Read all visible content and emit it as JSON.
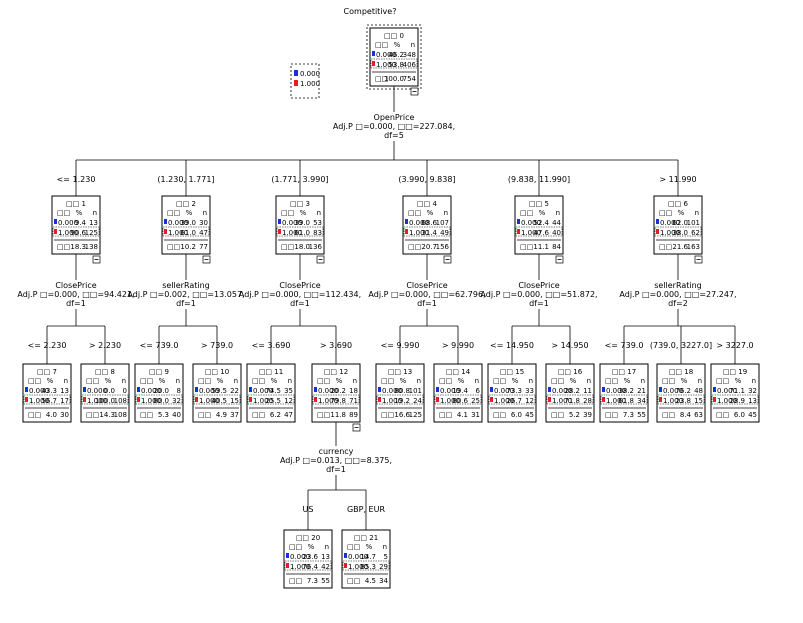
{
  "tree": {
    "target": "Competitive?",
    "legend": [
      "0.000",
      "1.000"
    ],
    "header_id": "□□",
    "header_pct": "%",
    "header_n": "n",
    "total_label": "□□",
    "colors": {
      "class0": "#1a2fd6",
      "class1": "#e02020",
      "line": "#000000"
    },
    "splits": [
      {
        "parent": "0",
        "var": "OpenPrice",
        "stat": "Adj.P □=0.000, □□=227.084,",
        "df": "df=5"
      },
      {
        "parent": "1",
        "var": "ClosePrice",
        "stat": "Adj.P □=0.000, □□=94.421,",
        "df": "df=1"
      },
      {
        "parent": "2",
        "var": "sellerRating",
        "stat": "Adj.P □=0.002, □□=13.057,",
        "df": "df=1"
      },
      {
        "parent": "3",
        "var": "ClosePrice",
        "stat": "Adj.P □=0.000, □□=112.434,",
        "df": "df=1"
      },
      {
        "parent": "4",
        "var": "ClosePrice",
        "stat": "Adj.P □=0.000, □□=62.796,",
        "df": "df=1"
      },
      {
        "parent": "5",
        "var": "ClosePrice",
        "stat": "Adj.P □=0.000, □□=51.872,",
        "df": "df=1"
      },
      {
        "parent": "6",
        "var": "sellerRating",
        "stat": "Adj.P □=0.000, □□=27.247,",
        "df": "df=2"
      },
      {
        "parent": "12",
        "var": "currency",
        "stat": "Adj.P □=0.013, □□=8.375,",
        "df": "df=1"
      }
    ],
    "edges": [
      {
        "to": "1",
        "label": "<= 1.230"
      },
      {
        "to": "2",
        "label": "(1.230, 1.771]"
      },
      {
        "to": "3",
        "label": "(1.771, 3.990]"
      },
      {
        "to": "4",
        "label": "(3.990, 9.838]"
      },
      {
        "to": "5",
        "label": "(9.838, 11.990]"
      },
      {
        "to": "6",
        "label": "> 11.990"
      },
      {
        "to": "7",
        "label": "<= 2.230"
      },
      {
        "to": "8",
        "label": "> 2.230"
      },
      {
        "to": "9",
        "label": "<= 739.0"
      },
      {
        "to": "10",
        "label": "> 739.0"
      },
      {
        "to": "11",
        "label": "<= 3.690"
      },
      {
        "to": "12",
        "label": "> 3.690"
      },
      {
        "to": "13",
        "label": "<= 9.990"
      },
      {
        "to": "14",
        "label": "> 9.990"
      },
      {
        "to": "15",
        "label": "<= 14.950"
      },
      {
        "to": "16",
        "label": "> 14.950"
      },
      {
        "to": "17",
        "label": "<= 739.0"
      },
      {
        "to": "18",
        "label": "(739.0, 3227.0]"
      },
      {
        "to": "19",
        "label": "> 3227.0"
      },
      {
        "to": "20",
        "label": "US"
      },
      {
        "to": "21",
        "label": "GBP, EUR"
      }
    ],
    "nodes": [
      {
        "id": "0",
        "title": "□□ 0",
        "p0": "46.2",
        "n0": "348",
        "p1": "53.8",
        "n1": "406",
        "tp": "100.0",
        "tn": "754"
      },
      {
        "id": "1",
        "title": "□□ 1",
        "p0": "9.4",
        "n0": "13",
        "p1": "90.6",
        "n1": "125",
        "tp": "18.3",
        "tn": "138"
      },
      {
        "id": "2",
        "title": "□□ 2",
        "p0": "39.0",
        "n0": "30",
        "p1": "61.0",
        "n1": "47",
        "tp": "10.2",
        "tn": "77"
      },
      {
        "id": "3",
        "title": "□□ 3",
        "p0": "39.0",
        "n0": "53",
        "p1": "61.0",
        "n1": "83",
        "tp": "18.0",
        "tn": "136"
      },
      {
        "id": "4",
        "title": "□□ 4",
        "p0": "68.6",
        "n0": "107",
        "p1": "31.4",
        "n1": "49",
        "tp": "20.7",
        "tn": "156"
      },
      {
        "id": "5",
        "title": "□□ 5",
        "p0": "52.4",
        "n0": "44",
        "p1": "47.6",
        "n1": "40",
        "tp": "11.1",
        "tn": "84"
      },
      {
        "id": "6",
        "title": "□□ 6",
        "p0": "62.0",
        "n0": "101",
        "p1": "38.0",
        "n1": "62",
        "tp": "21.6",
        "tn": "163"
      },
      {
        "id": "7",
        "title": "□□ 7",
        "p0": "43.3",
        "n0": "13",
        "p1": "56.7",
        "n1": "17",
        "tp": "4.0",
        "tn": "30"
      },
      {
        "id": "8",
        "title": "□□ 8",
        "p0": "0.0",
        "n0": "0",
        "p1": "100.0",
        "n1": "108",
        "tp": "14.3",
        "tn": "108"
      },
      {
        "id": "9",
        "title": "□□ 9",
        "p0": "20.0",
        "n0": "8",
        "p1": "80.0",
        "n1": "32",
        "tp": "5.3",
        "tn": "40"
      },
      {
        "id": "10",
        "title": "□□ 10",
        "p0": "59.5",
        "n0": "22",
        "p1": "40.5",
        "n1": "15",
        "tp": "4.9",
        "tn": "37"
      },
      {
        "id": "11",
        "title": "□□ 11",
        "p0": "74.5",
        "n0": "35",
        "p1": "25.5",
        "n1": "12",
        "tp": "6.2",
        "tn": "47"
      },
      {
        "id": "12",
        "title": "□□ 12",
        "p0": "20.2",
        "n0": "18",
        "p1": "79.8",
        "n1": "71",
        "tp": "11.8",
        "tn": "89"
      },
      {
        "id": "13",
        "title": "□□ 13",
        "p0": "80.8",
        "n0": "101",
        "p1": "19.2",
        "n1": "24",
        "tp": "16.6",
        "tn": "125"
      },
      {
        "id": "14",
        "title": "□□ 14",
        "p0": "19.4",
        "n0": "6",
        "p1": "80.6",
        "n1": "25",
        "tp": "4.1",
        "tn": "31"
      },
      {
        "id": "15",
        "title": "□□ 15",
        "p0": "73.3",
        "n0": "33",
        "p1": "26.7",
        "n1": "12",
        "tp": "6.0",
        "tn": "45"
      },
      {
        "id": "16",
        "title": "□□ 16",
        "p0": "28.2",
        "n0": "11",
        "p1": "71.8",
        "n1": "28",
        "tp": "5.2",
        "tn": "39"
      },
      {
        "id": "17",
        "title": "□□ 17",
        "p0": "38.2",
        "n0": "21",
        "p1": "61.8",
        "n1": "34",
        "tp": "7.3",
        "tn": "55"
      },
      {
        "id": "18",
        "title": "□□ 18",
        "p0": "76.2",
        "n0": "48",
        "p1": "23.8",
        "n1": "15",
        "tp": "8.4",
        "tn": "63"
      },
      {
        "id": "19",
        "title": "□□ 19",
        "p0": "71.1",
        "n0": "32",
        "p1": "28.9",
        "n1": "13",
        "tp": "6.0",
        "tn": "45"
      },
      {
        "id": "20",
        "title": "□□ 20",
        "p0": "23.6",
        "n0": "13",
        "p1": "76.4",
        "n1": "42",
        "tp": "7.3",
        "tn": "55"
      },
      {
        "id": "21",
        "title": "□□ 21",
        "p0": "14.7",
        "n0": "5",
        "p1": "85.3",
        "n1": "29",
        "tp": "4.5",
        "tn": "34"
      }
    ]
  }
}
